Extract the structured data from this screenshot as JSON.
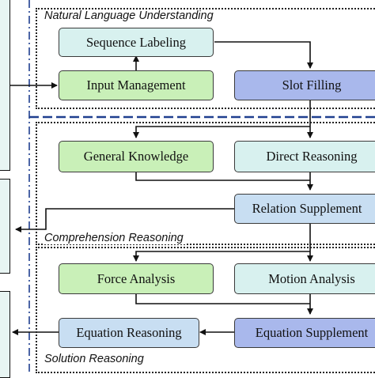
{
  "sections": {
    "nlu": {
      "title": "Natural Language Understanding"
    },
    "comprehension": {
      "title": "Comprehension Reasoning"
    },
    "solution": {
      "title": "Solution Reasoning"
    }
  },
  "nodes": {
    "sequence_labeling": "Sequence Labeling",
    "input_management": "Input Management",
    "slot_filling": "Slot Filling",
    "general_knowledge": "General Knowledge",
    "direct_reasoning": "Direct Reasoning",
    "relation_supplement": "Relation Supplement",
    "force_analysis": "Force Analysis",
    "motion_analysis": "Motion Analysis",
    "equation_reasoning": "Equation Reasoning",
    "equation_supplement": "Equation Supplement"
  },
  "colors": {
    "green": "#c9f0b8",
    "teal": "#d8f1ef",
    "lightblue": "#c8def2",
    "blue": "#a9b8ec",
    "divider": "#1f3f8f"
  }
}
